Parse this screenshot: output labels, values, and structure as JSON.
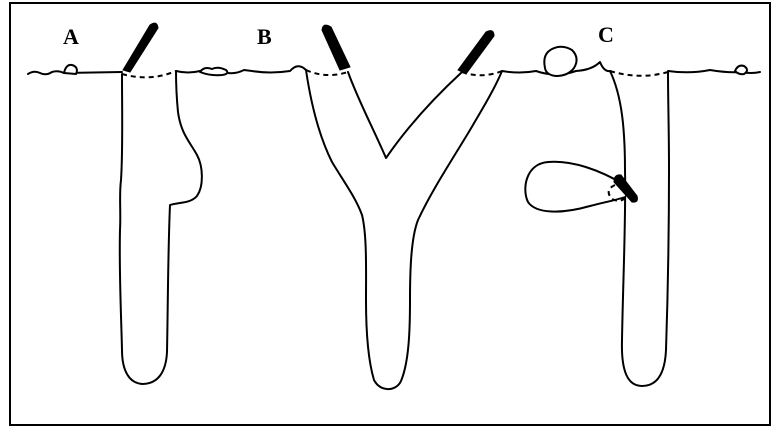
{
  "figure": {
    "panels": [
      {
        "label": "A"
      },
      {
        "label": "B"
      },
      {
        "label": "C"
      }
    ],
    "colors": {
      "line": "#000000",
      "background": "#ffffff",
      "instrument": "#000000"
    }
  }
}
